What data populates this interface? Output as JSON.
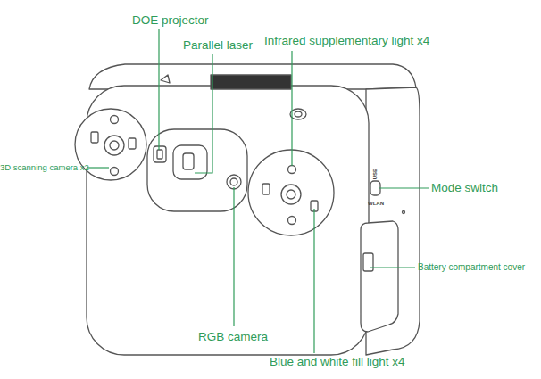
{
  "diagram": {
    "labels": [
      "DOE projector",
      "Parallel laser",
      "Infrared supplementary light x4",
      "3D scanning camera x2",
      "USB",
      "WLAN",
      "Mode switch",
      "Battery compartment cover",
      "RGB camera",
      "Blue and white fill light x4"
    ]
  }
}
